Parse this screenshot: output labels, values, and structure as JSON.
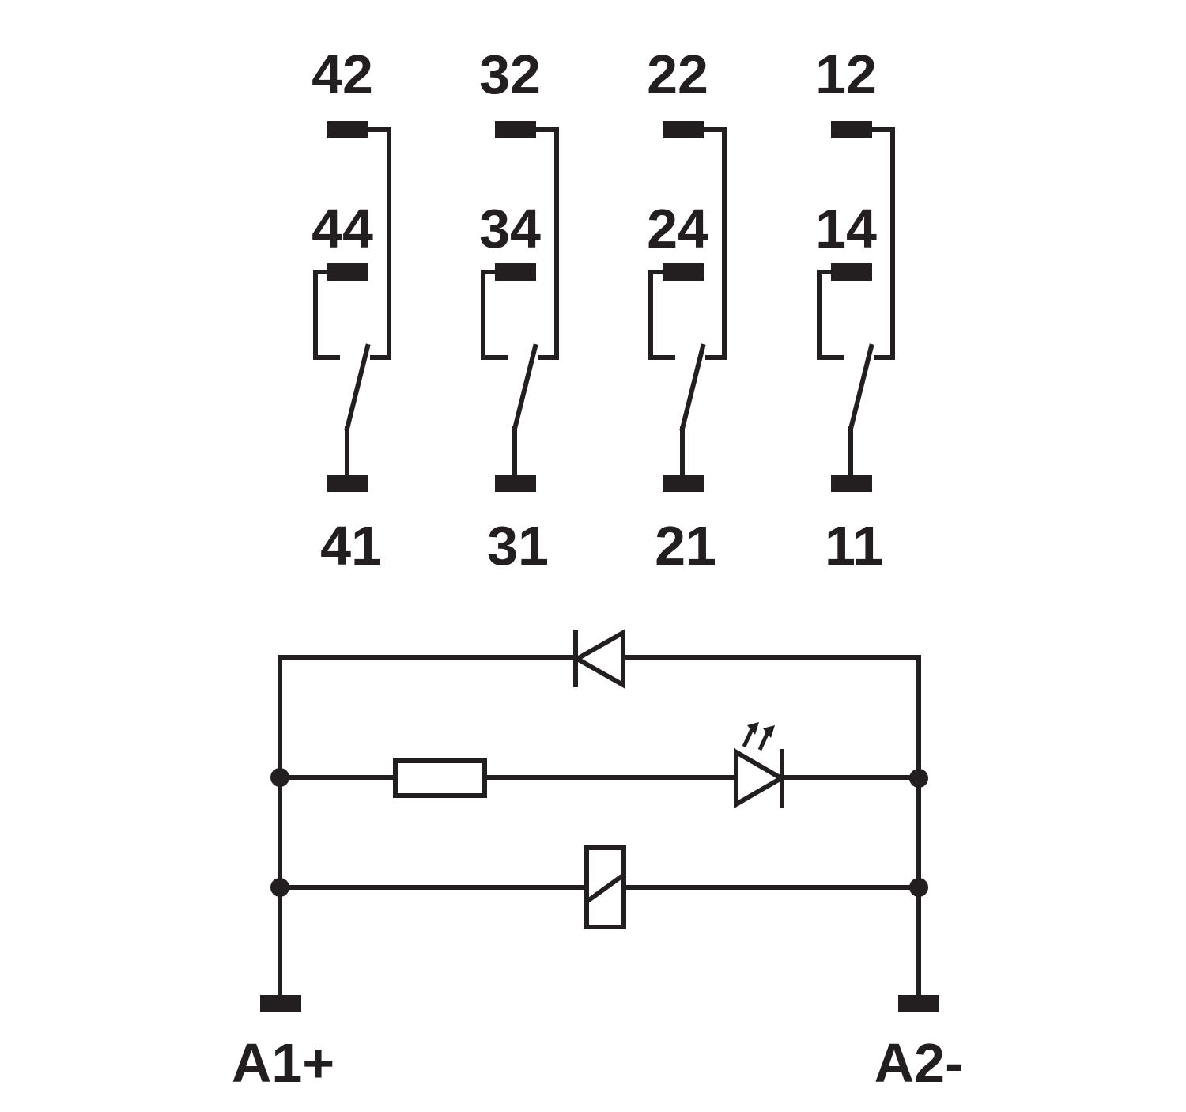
{
  "contacts": [
    {
      "no": "44",
      "nc": "42",
      "common": "41"
    },
    {
      "no": "34",
      "nc": "32",
      "common": "31"
    },
    {
      "no": "24",
      "nc": "22",
      "common": "21"
    },
    {
      "no": "14",
      "nc": "12",
      "common": "11"
    }
  ],
  "coil": {
    "positive": "A1+",
    "negative": "A2-"
  },
  "colors": {
    "line": "#231f20",
    "background": "#ffffff"
  }
}
